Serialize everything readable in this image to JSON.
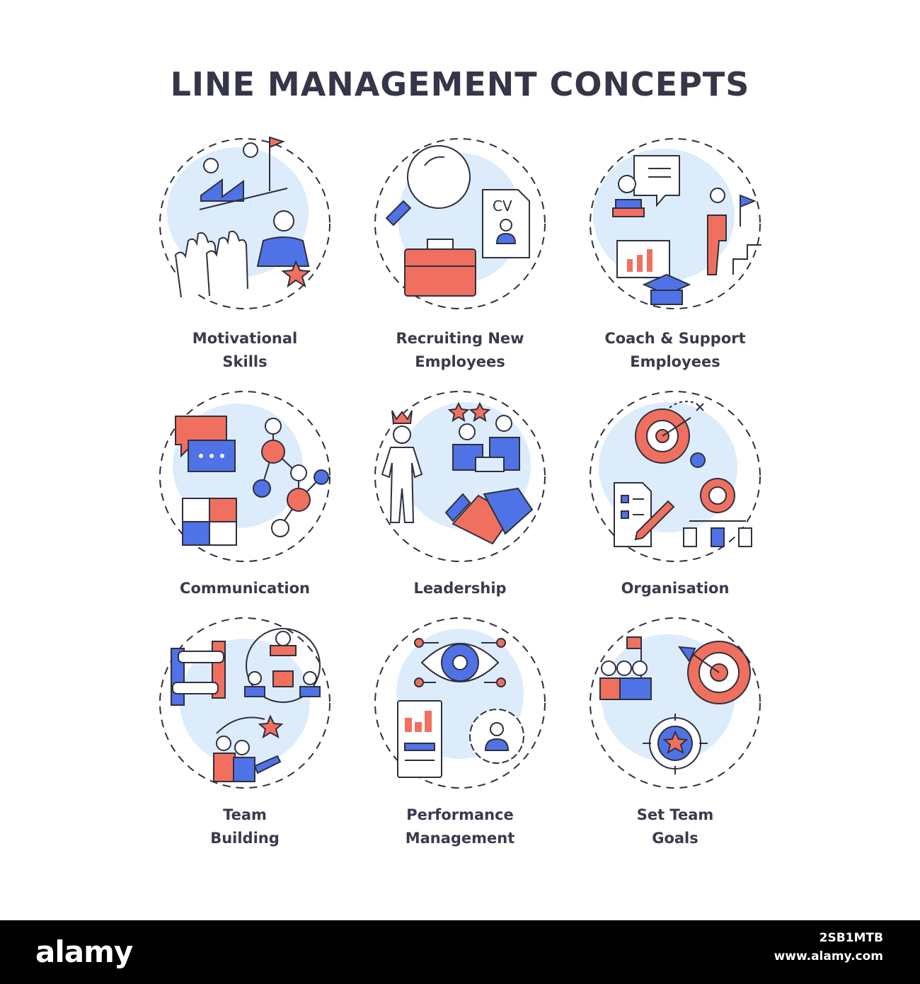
{
  "title": "LINE MANAGEMENT CONCEPTS",
  "items": [
    {
      "line1": "Motivational",
      "line2": "Skills",
      "icon": "motivational-skills-icon"
    },
    {
      "line1": "Recruiting New",
      "line2": "Employees",
      "icon": "recruiting-icon",
      "cv": "CV"
    },
    {
      "line1": "Coach & Support",
      "line2": "Employees",
      "icon": "coach-support-icon"
    },
    {
      "line1": "Communication",
      "line2": "",
      "icon": "communication-icon"
    },
    {
      "line1": "Leadership",
      "line2": "",
      "icon": "leadership-icon"
    },
    {
      "line1": "Organisation",
      "line2": "",
      "icon": "organisation-icon"
    },
    {
      "line1": "Team",
      "line2": "Building",
      "icon": "team-building-icon"
    },
    {
      "line1": "Performance",
      "line2": "Management",
      "icon": "performance-icon"
    },
    {
      "line1": "Set Team",
      "line2": "Goals",
      "icon": "team-goals-icon"
    }
  ],
  "footer": {
    "brand": "alamy",
    "image_id": "2SB1MTB",
    "url": "www.alamy.com"
  },
  "colors": {
    "blob": "#dcecfb",
    "outline": "#2f2f3e",
    "red": "#f0705f",
    "blue": "#4f73e6"
  }
}
